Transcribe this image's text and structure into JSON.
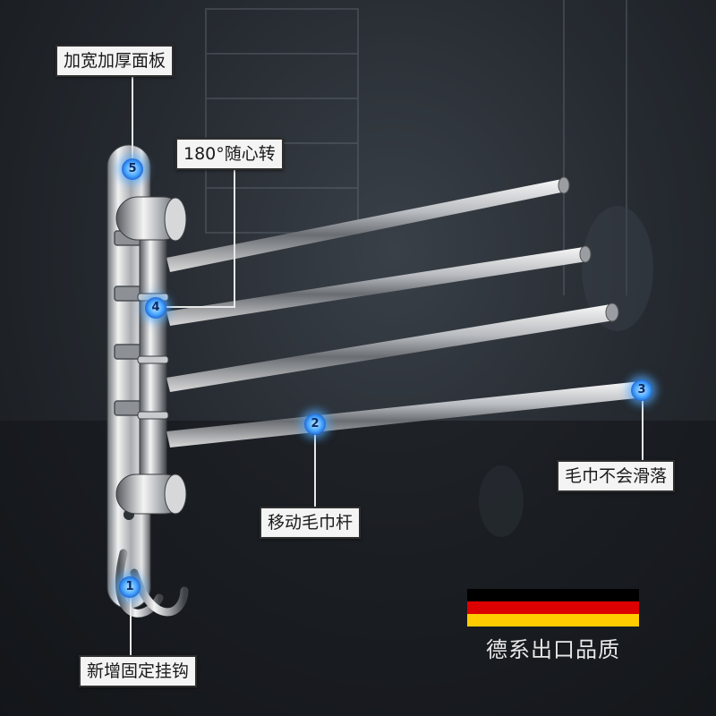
{
  "callouts": {
    "panel": "加宽加厚面板",
    "rotate": "180°随心转",
    "no_slip": "毛巾不会滑落",
    "movable_bar": "移动毛巾杆",
    "hook": "新增固定挂钩"
  },
  "markers": [
    "5",
    "4",
    "3",
    "2",
    "1"
  ],
  "badge": {
    "text": "德系出口品质",
    "flag_colors": [
      "#000000",
      "#dd0000",
      "#ffcc00"
    ]
  }
}
